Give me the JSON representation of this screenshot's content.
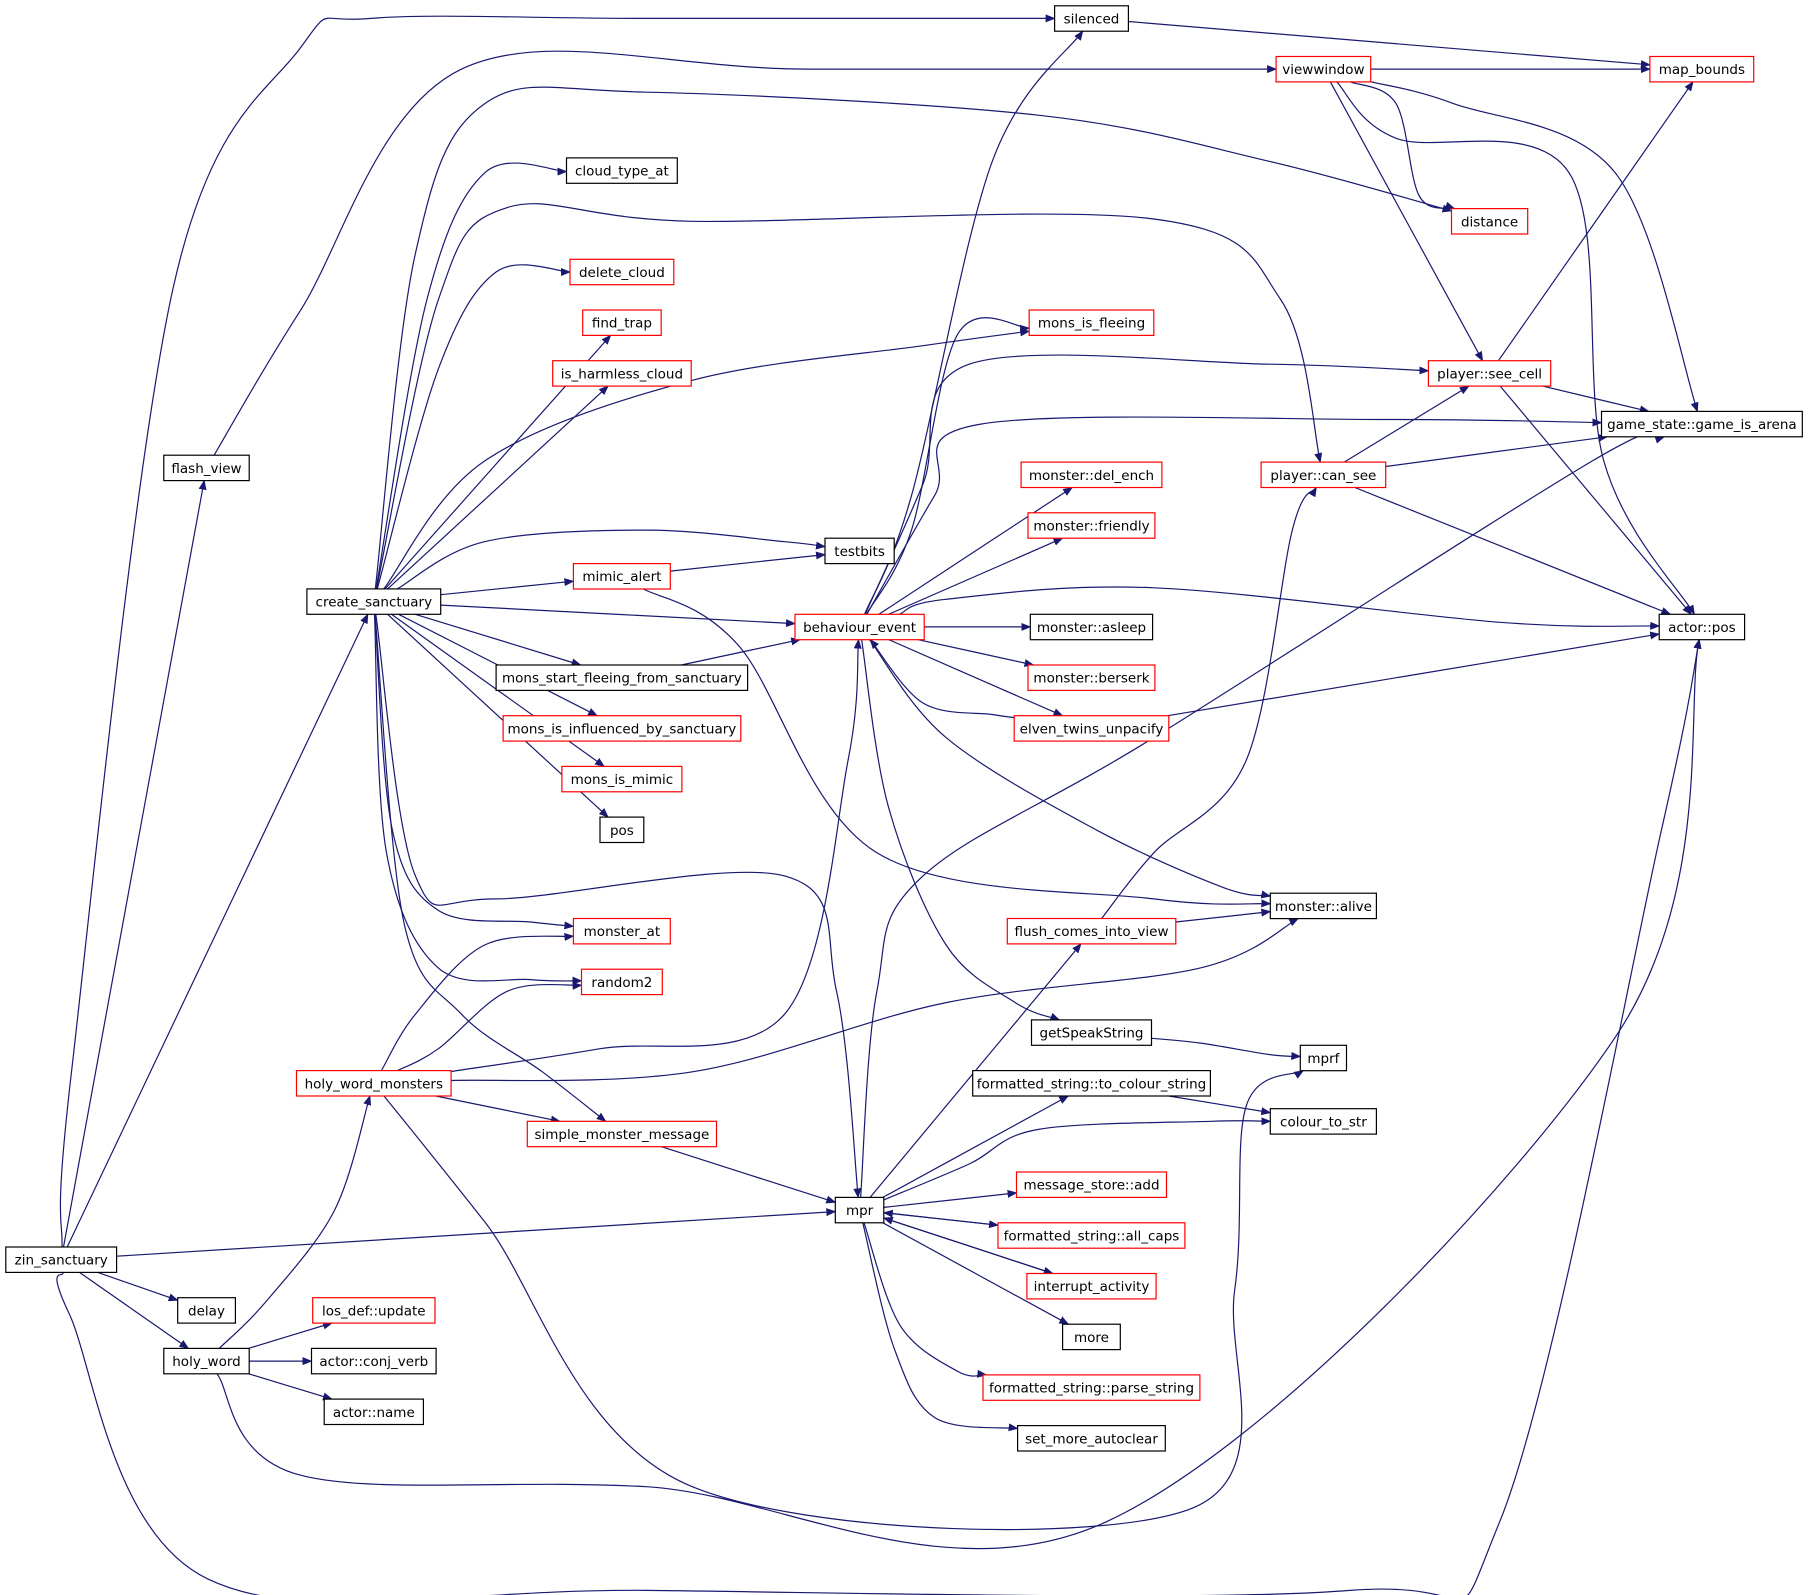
{
  "colors": {
    "edge": "#191970",
    "border_default": "#000000",
    "border_truncated": "#ff0000",
    "root_fill": "#bfbfbf"
  },
  "nodes": [
    {
      "id": "zin_sanctuary",
      "label": "zin_sanctuary",
      "style": "root"
    },
    {
      "id": "silenced",
      "label": "silenced",
      "style": "default"
    },
    {
      "id": "map_bounds",
      "label": "map_bounds",
      "style": "truncated"
    },
    {
      "id": "viewwindow",
      "label": "viewwindow",
      "style": "truncated"
    },
    {
      "id": "cloud_type_at",
      "label": "cloud_type_at",
      "style": "default"
    },
    {
      "id": "distance",
      "label": "distance",
      "style": "truncated"
    },
    {
      "id": "delete_cloud",
      "label": "delete_cloud",
      "style": "truncated"
    },
    {
      "id": "find_trap",
      "label": "find_trap",
      "style": "truncated"
    },
    {
      "id": "mons_is_fleeing",
      "label": "mons_is_fleeing",
      "style": "truncated"
    },
    {
      "id": "is_harmless_cloud",
      "label": "is_harmless_cloud",
      "style": "truncated"
    },
    {
      "id": "player_see_cell",
      "label": "player::see_cell",
      "style": "truncated"
    },
    {
      "id": "game_is_arena",
      "label": "game_state::game_is_arena",
      "style": "default"
    },
    {
      "id": "flash_view",
      "label": "flash_view",
      "style": "default"
    },
    {
      "id": "monster_del_ench",
      "label": "monster::del_ench",
      "style": "truncated"
    },
    {
      "id": "player_can_see",
      "label": "player::can_see",
      "style": "truncated"
    },
    {
      "id": "monster_friendly",
      "label": "monster::friendly",
      "style": "truncated"
    },
    {
      "id": "testbits",
      "label": "testbits",
      "style": "default"
    },
    {
      "id": "mimic_alert",
      "label": "mimic_alert",
      "style": "truncated"
    },
    {
      "id": "create_sanctuary",
      "label": "create_sanctuary",
      "style": "default"
    },
    {
      "id": "behaviour_event",
      "label": "behaviour_event",
      "style": "truncated"
    },
    {
      "id": "monster_asleep",
      "label": "monster::asleep",
      "style": "default"
    },
    {
      "id": "actor_pos",
      "label": "actor::pos",
      "style": "default"
    },
    {
      "id": "mons_start_fleeing",
      "label": "mons_start_fleeing_from_sanctuary",
      "style": "default"
    },
    {
      "id": "monster_berserk",
      "label": "monster::berserk",
      "style": "truncated"
    },
    {
      "id": "mons_is_influenced",
      "label": "mons_is_influenced_by_sanctuary",
      "style": "truncated"
    },
    {
      "id": "elven_twins_unpacify",
      "label": "elven_twins_unpacify",
      "style": "truncated"
    },
    {
      "id": "mons_is_mimic",
      "label": "mons_is_mimic",
      "style": "truncated"
    },
    {
      "id": "pos",
      "label": "pos",
      "style": "default"
    },
    {
      "id": "monster_alive",
      "label": "monster::alive",
      "style": "default"
    },
    {
      "id": "monster_at",
      "label": "monster_at",
      "style": "truncated"
    },
    {
      "id": "flush_comes_into_view",
      "label": "flush_comes_into_view",
      "style": "truncated"
    },
    {
      "id": "random2",
      "label": "random2",
      "style": "truncated"
    },
    {
      "id": "getSpeakString",
      "label": "getSpeakString",
      "style": "default"
    },
    {
      "id": "mprf",
      "label": "mprf",
      "style": "default"
    },
    {
      "id": "holy_word_monsters",
      "label": "holy_word_monsters",
      "style": "truncated"
    },
    {
      "id": "to_colour_string",
      "label": "formatted_string::to_colour_string",
      "style": "default"
    },
    {
      "id": "colour_to_str",
      "label": "colour_to_str",
      "style": "default"
    },
    {
      "id": "simple_monster_message",
      "label": "simple_monster_message",
      "style": "truncated"
    },
    {
      "id": "message_store_add",
      "label": "message_store::add",
      "style": "truncated"
    },
    {
      "id": "mpr",
      "label": "mpr",
      "style": "default"
    },
    {
      "id": "all_caps",
      "label": "formatted_string::all_caps",
      "style": "truncated"
    },
    {
      "id": "interrupt_activity",
      "label": "interrupt_activity",
      "style": "truncated"
    },
    {
      "id": "delay",
      "label": "delay",
      "style": "default"
    },
    {
      "id": "los_def_update",
      "label": "los_def::update",
      "style": "truncated"
    },
    {
      "id": "more",
      "label": "more",
      "style": "default"
    },
    {
      "id": "holy_word",
      "label": "holy_word",
      "style": "default"
    },
    {
      "id": "actor_conj_verb",
      "label": "actor::conj_verb",
      "style": "default"
    },
    {
      "id": "parse_string",
      "label": "formatted_string::parse_string",
      "style": "truncated"
    },
    {
      "id": "actor_name",
      "label": "actor::name",
      "style": "default"
    },
    {
      "id": "set_more_autoclear",
      "label": "set_more_autoclear",
      "style": "default"
    }
  ],
  "edges": [
    [
      "zin_sanctuary",
      "silenced"
    ],
    [
      "zin_sanctuary",
      "flash_view"
    ],
    [
      "zin_sanctuary",
      "create_sanctuary"
    ],
    [
      "zin_sanctuary",
      "mpr"
    ],
    [
      "zin_sanctuary",
      "delay"
    ],
    [
      "zin_sanctuary",
      "holy_word"
    ],
    [
      "zin_sanctuary",
      "actor_pos"
    ],
    [
      "silenced",
      "map_bounds"
    ],
    [
      "viewwindow",
      "map_bounds"
    ],
    [
      "viewwindow",
      "distance"
    ],
    [
      "viewwindow",
      "player_see_cell"
    ],
    [
      "viewwindow",
      "game_is_arena"
    ],
    [
      "viewwindow",
      "actor_pos"
    ],
    [
      "player_see_cell",
      "map_bounds"
    ],
    [
      "player_see_cell",
      "game_is_arena"
    ],
    [
      "player_see_cell",
      "actor_pos"
    ],
    [
      "player_can_see",
      "player_see_cell"
    ],
    [
      "player_can_see",
      "game_is_arena"
    ],
    [
      "player_can_see",
      "actor_pos"
    ],
    [
      "flash_view",
      "viewwindow"
    ],
    [
      "create_sanctuary",
      "distance"
    ],
    [
      "create_sanctuary",
      "cloud_type_at"
    ],
    [
      "create_sanctuary",
      "delete_cloud"
    ],
    [
      "create_sanctuary",
      "find_trap"
    ],
    [
      "create_sanctuary",
      "is_harmless_cloud"
    ],
    [
      "create_sanctuary",
      "mons_is_fleeing"
    ],
    [
      "create_sanctuary",
      "player_can_see"
    ],
    [
      "create_sanctuary",
      "testbits"
    ],
    [
      "create_sanctuary",
      "mimic_alert"
    ],
    [
      "create_sanctuary",
      "behaviour_event"
    ],
    [
      "create_sanctuary",
      "mons_start_fleeing"
    ],
    [
      "create_sanctuary",
      "mons_is_influenced"
    ],
    [
      "create_sanctuary",
      "mons_is_mimic"
    ],
    [
      "create_sanctuary",
      "pos"
    ],
    [
      "create_sanctuary",
      "monster_at"
    ],
    [
      "create_sanctuary",
      "random2"
    ],
    [
      "create_sanctuary",
      "simple_monster_message"
    ],
    [
      "create_sanctuary",
      "mpr"
    ],
    [
      "mimic_alert",
      "testbits"
    ],
    [
      "mimic_alert",
      "monster_alive"
    ],
    [
      "mons_start_fleeing",
      "behaviour_event"
    ],
    [
      "behaviour_event",
      "silenced"
    ],
    [
      "behaviour_event",
      "mons_is_fleeing"
    ],
    [
      "behaviour_event",
      "player_see_cell"
    ],
    [
      "behaviour_event",
      "game_is_arena"
    ],
    [
      "behaviour_event",
      "monster_del_ench"
    ],
    [
      "behaviour_event",
      "monster_friendly"
    ],
    [
      "behaviour_event",
      "monster_asleep"
    ],
    [
      "behaviour_event",
      "monster_berserk"
    ],
    [
      "behaviour_event",
      "elven_twins_unpacify"
    ],
    [
      "behaviour_event",
      "actor_pos"
    ],
    [
      "behaviour_event",
      "monster_alive"
    ],
    [
      "behaviour_event",
      "getSpeakString"
    ],
    [
      "elven_twins_unpacify",
      "behaviour_event"
    ],
    [
      "elven_twins_unpacify",
      "actor_pos"
    ],
    [
      "flush_comes_into_view",
      "player_can_see"
    ],
    [
      "flush_comes_into_view",
      "monster_alive"
    ],
    [
      "getSpeakString",
      "mprf"
    ],
    [
      "to_colour_string",
      "colour_to_str"
    ],
    [
      "holy_word_monsters",
      "monster_at"
    ],
    [
      "holy_word_monsters",
      "random2"
    ],
    [
      "holy_word_monsters",
      "behaviour_event"
    ],
    [
      "holy_word_monsters",
      "monster_alive"
    ],
    [
      "holy_word_monsters",
      "simple_monster_message"
    ],
    [
      "holy_word_monsters",
      "mprf"
    ],
    [
      "simple_monster_message",
      "mpr"
    ],
    [
      "mpr",
      "game_is_arena"
    ],
    [
      "mpr",
      "flush_comes_into_view"
    ],
    [
      "mpr",
      "to_colour_string"
    ],
    [
      "mpr",
      "colour_to_str"
    ],
    [
      "mpr",
      "message_store_add"
    ],
    [
      "mpr",
      "all_caps"
    ],
    [
      "mpr",
      "interrupt_activity"
    ],
    [
      "mpr",
      "more"
    ],
    [
      "mpr",
      "parse_string"
    ],
    [
      "mpr",
      "set_more_autoclear"
    ],
    [
      "all_caps",
      "mpr"
    ],
    [
      "interrupt_activity",
      "mpr"
    ],
    [
      "holy_word",
      "holy_word_monsters"
    ],
    [
      "holy_word",
      "los_def_update"
    ],
    [
      "holy_word",
      "actor_conj_verb"
    ],
    [
      "holy_word",
      "actor_name"
    ],
    [
      "holy_word",
      "actor_pos"
    ]
  ]
}
